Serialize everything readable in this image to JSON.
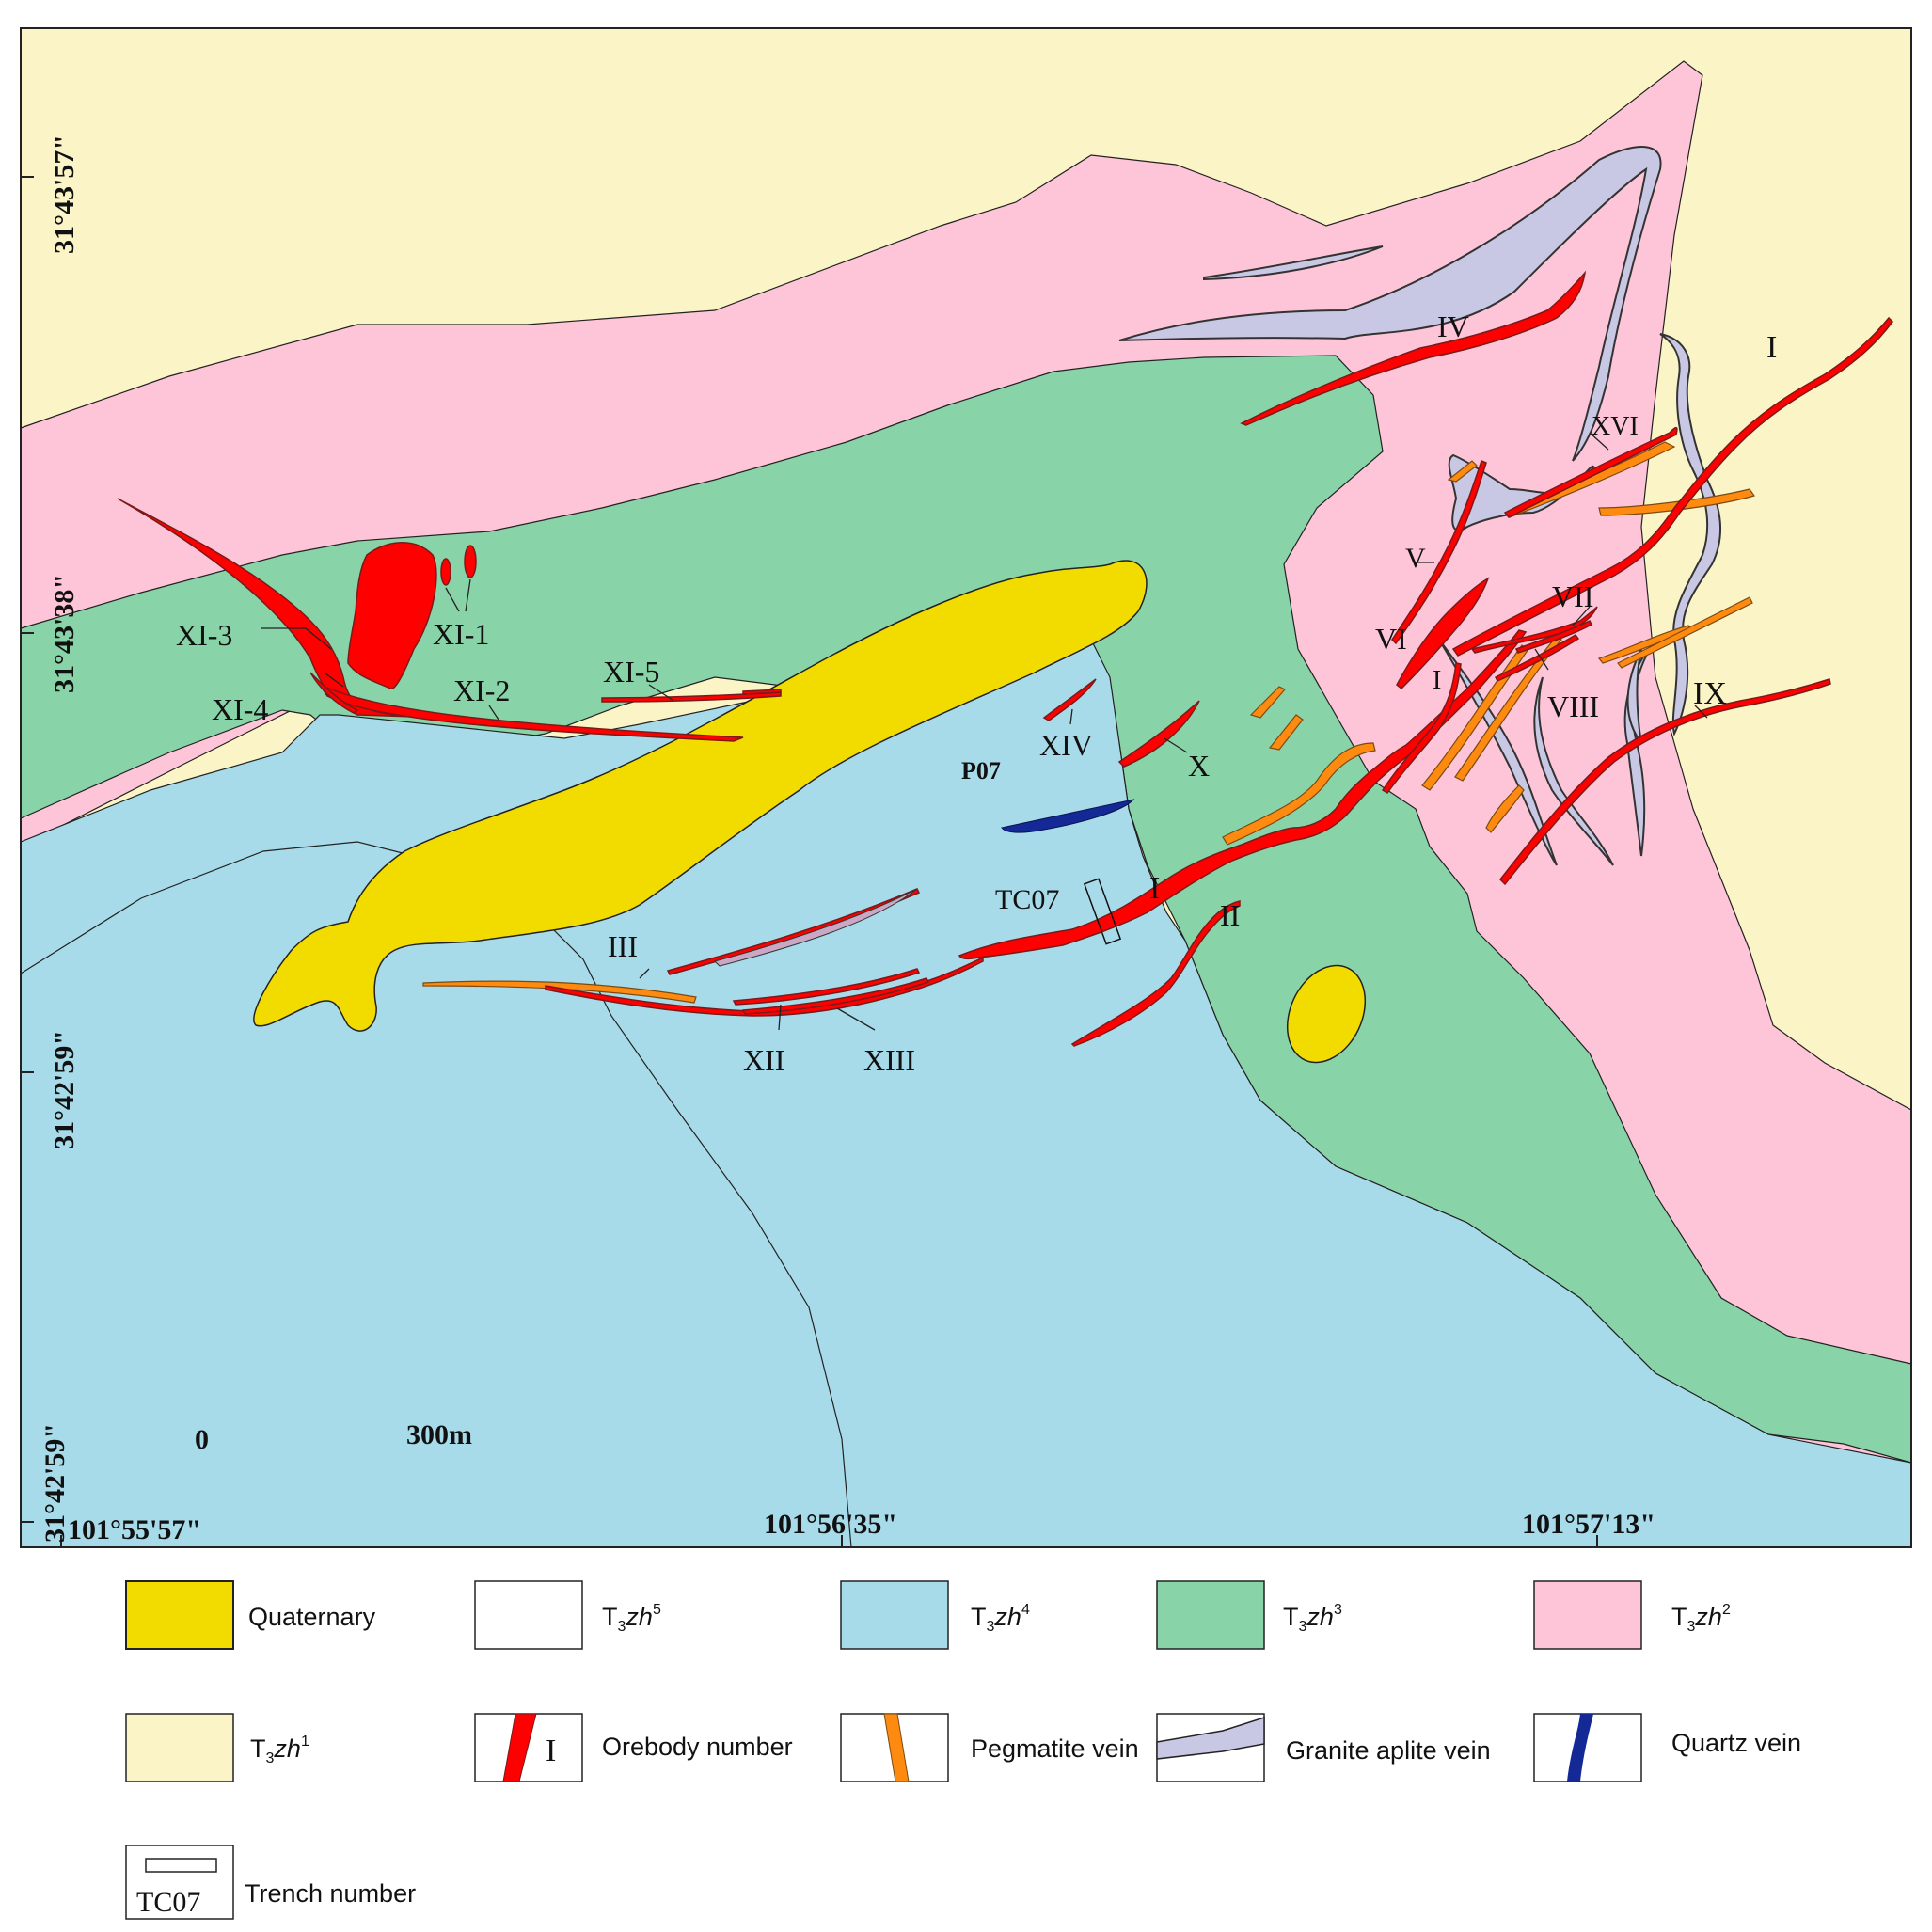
{
  "colors": {
    "quaternary": "#f2dc00",
    "t3zh5": "#ffffff",
    "t3zh4": "#a8dbe9",
    "t3zh3": "#89d3a8",
    "t3zh2": "#fec5d8",
    "t3zh1": "#fbf4c7",
    "orebody": "#ff0000",
    "pegmatite": "#ff8a10",
    "aplite": "#c8c8e4",
    "quartz": "#142896"
  },
  "latitudes": [
    "31°43'57\"",
    "31°43'38\"",
    "31°42'59\"",
    "31°42'59\""
  ],
  "longitudes": [
    "101°55'57\"",
    "101°56'35\"",
    "101°57'13\""
  ],
  "scale": {
    "zero": "0",
    "distance": "300m"
  },
  "orebody_labels": {
    "I_ne": "I",
    "I_main": "I",
    "I_mid": "I",
    "II": "II",
    "III": "III",
    "IV": "IV",
    "V": "V",
    "VI": "VI",
    "VII": "VII",
    "VIII": "VIII",
    "IX": "IX",
    "X": "X",
    "XII": "XII",
    "XIII": "XIII",
    "XIV": "XIV",
    "XVI": "XVI",
    "XI_1": "XI-1",
    "XI_2": "XI-2",
    "XI_3": "XI-3",
    "XI_4": "XI-4",
    "XI_5": "XI-5"
  },
  "profile_label": "P07",
  "trench_label": "TC07",
  "legend": {
    "quaternary": "Quaternary",
    "formation_prefix": "T",
    "formation_sub": "3",
    "formation_mid": "zh",
    "t3zh5_sup": "5",
    "t3zh4_sup": "4",
    "t3zh3_sup": "3",
    "t3zh2_sup": "2",
    "t3zh1_sup": "1",
    "orebody_symbol": "I",
    "orebody": "Orebody  number",
    "pegmatite": "Pegmatite vein",
    "aplite": "Granite aplite vein",
    "quartz": "Quartz vein",
    "trench_symbol": "TC07",
    "trench": "Trench number"
  }
}
